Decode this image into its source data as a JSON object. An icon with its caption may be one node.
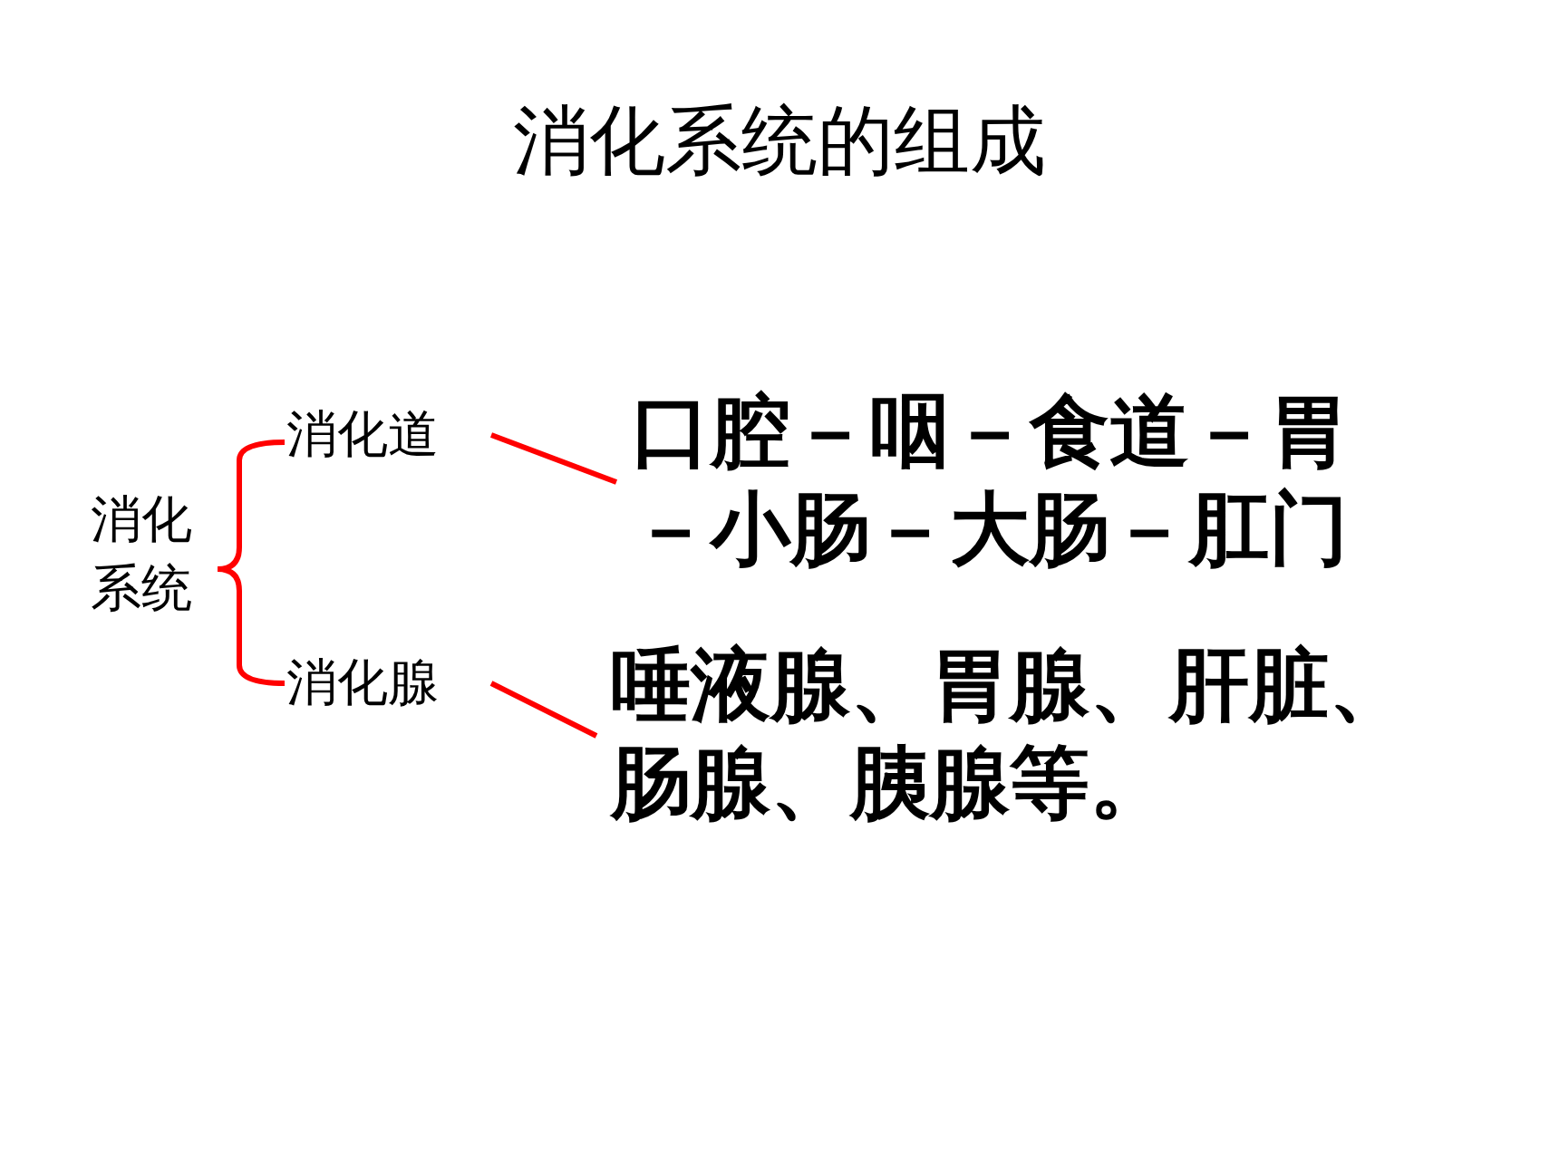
{
  "diagram": {
    "title": "消化系统的组成",
    "nodes": [
      {
        "text": [
          "消化系统"
        ]
      },
      {
        "text": [
          "消化道"
        ]
      },
      {
        "text": [
          "消化腺"
        ]
      },
      {
        "text": [
          "口腔－咽－食道－胃－小肠－大肠－肛门"
        ]
      },
      {
        "text": [
          "唾液腺、胃腺、肝脏、肠腺、胰腺等。"
        ]
      }
    ],
    "edges": [
      {
        "from": 0,
        "to": 1,
        "arrow": "none"
      },
      {
        "from": 0,
        "to": 2,
        "arrow": "none"
      },
      {
        "from": 1,
        "to": 3,
        "arrow": "none"
      },
      {
        "from": 2,
        "to": 4,
        "arrow": "none"
      }
    ]
  }
}
